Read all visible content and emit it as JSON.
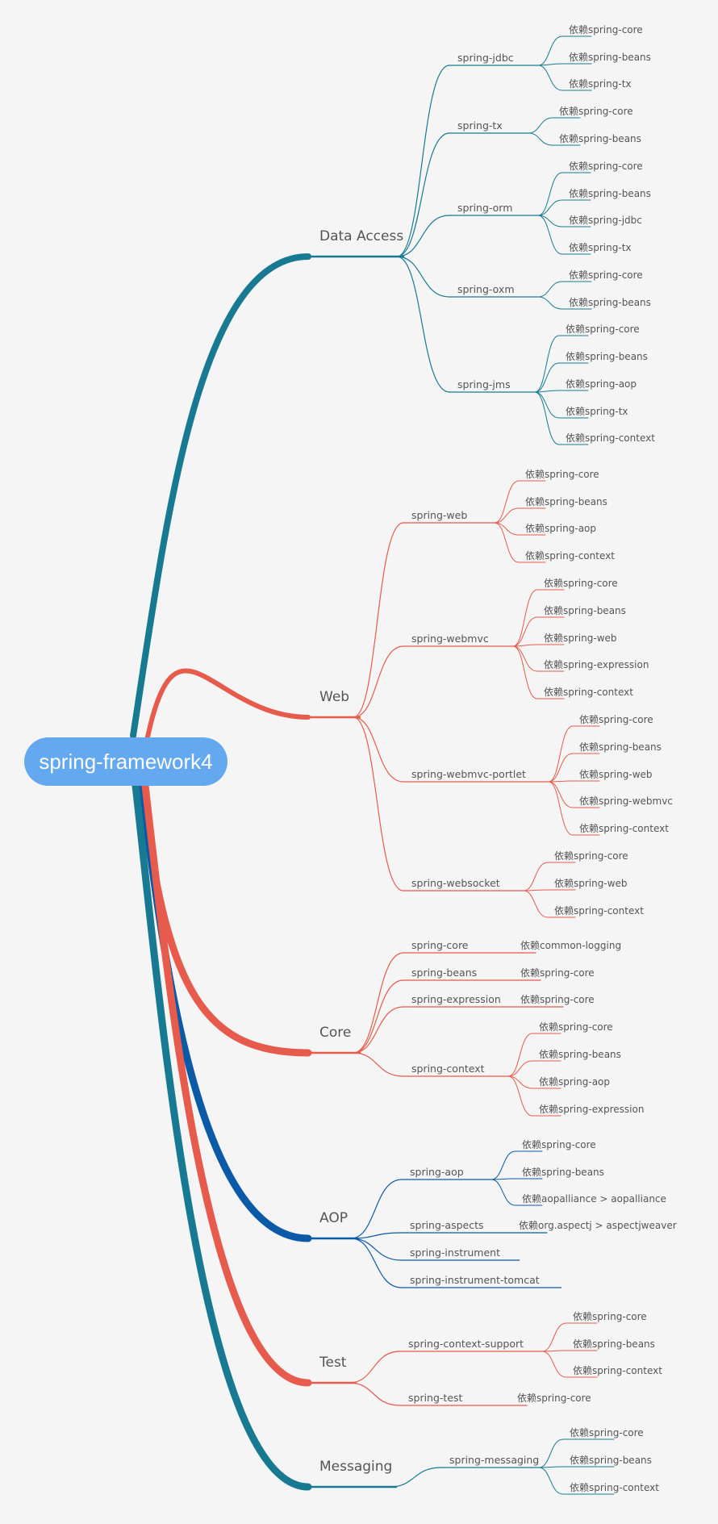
{
  "root": {
    "label": "spring-framework4",
    "color": "#64a8f0"
  },
  "colors": {
    "teal": "#187a92",
    "red": "#e65b4b",
    "blue": "#0b5aa8"
  },
  "branches": [
    {
      "label": "Data Access",
      "color": "#187a92",
      "children": [
        {
          "label": "spring-jdbc",
          "deps": [
            "依赖spring-core",
            "依赖spring-beans",
            "依赖spring-tx"
          ]
        },
        {
          "label": "spring-tx",
          "deps": [
            "依赖spring-core",
            "依赖spring-beans"
          ]
        },
        {
          "label": "spring-orm",
          "deps": [
            "依赖spring-core",
            "依赖spring-beans",
            "依赖spring-jdbc",
            "依赖spring-tx"
          ]
        },
        {
          "label": "spring-oxm",
          "deps": [
            "依赖spring-core",
            "依赖spring-beans"
          ]
        },
        {
          "label": "spring-jms",
          "deps": [
            "依赖spring-core",
            "依赖spring-beans",
            "依赖spring-aop",
            "依赖spring-tx",
            "依赖spring-context"
          ]
        }
      ]
    },
    {
      "label": "Web",
      "color": "#e65b4b",
      "children": [
        {
          "label": "spring-web",
          "deps": [
            "依赖spring-core",
            "依赖spring-beans",
            "依赖spring-aop",
            "依赖spring-context"
          ]
        },
        {
          "label": "spring-webmvc",
          "deps": [
            "依赖spring-core",
            "依赖spring-beans",
            "依赖spring-web",
            "依赖spring-expression",
            "依赖spring-context"
          ]
        },
        {
          "label": "spring-webmvc-portlet",
          "deps": [
            "依赖spring-core",
            "依赖spring-beans",
            "依赖spring-web",
            "依赖spring-webmvc",
            "依赖spring-context"
          ]
        },
        {
          "label": "spring-websocket",
          "deps": [
            "依赖spring-core",
            "依赖spring-web",
            "依赖spring-context"
          ]
        }
      ]
    },
    {
      "label": "Core",
      "color": "#e65b4b",
      "children": [
        {
          "label": "spring-core",
          "deps": [
            "依赖common-logging"
          ]
        },
        {
          "label": "spring-beans",
          "deps": [
            "依赖spring-core"
          ]
        },
        {
          "label": "spring-expression",
          "deps": [
            "依赖spring-core"
          ]
        },
        {
          "label": "spring-context",
          "deps": [
            "依赖spring-core",
            "依赖spring-beans",
            "依赖spring-aop",
            "依赖spring-expression"
          ]
        }
      ]
    },
    {
      "label": "AOP",
      "color": "#0b5aa8",
      "children": [
        {
          "label": "spring-aop",
          "deps": [
            "依赖spring-core",
            "依赖spring-beans",
            "依赖aopalliance > aopalliance"
          ]
        },
        {
          "label": "spring-aspects",
          "deps": [
            "依赖org.aspectj > aspectjweaver"
          ]
        },
        {
          "label": "spring-instrument",
          "deps": []
        },
        {
          "label": "spring-instrument-tomcat",
          "deps": []
        }
      ]
    },
    {
      "label": "Test",
      "color": "#e65b4b",
      "children": [
        {
          "label": "spring-context-support",
          "deps": [
            "依赖spring-core",
            "依赖spring-beans",
            "依赖spring-context"
          ]
        },
        {
          "label": "spring-test",
          "deps": [
            "依赖spring-core"
          ]
        }
      ]
    },
    {
      "label": "Messaging",
      "color": "#187a92",
      "children": [
        {
          "label": "spring-messaging",
          "deps": [
            "依赖spring-core",
            "依赖spring-beans",
            "依赖spring-context"
          ]
        }
      ]
    }
  ]
}
